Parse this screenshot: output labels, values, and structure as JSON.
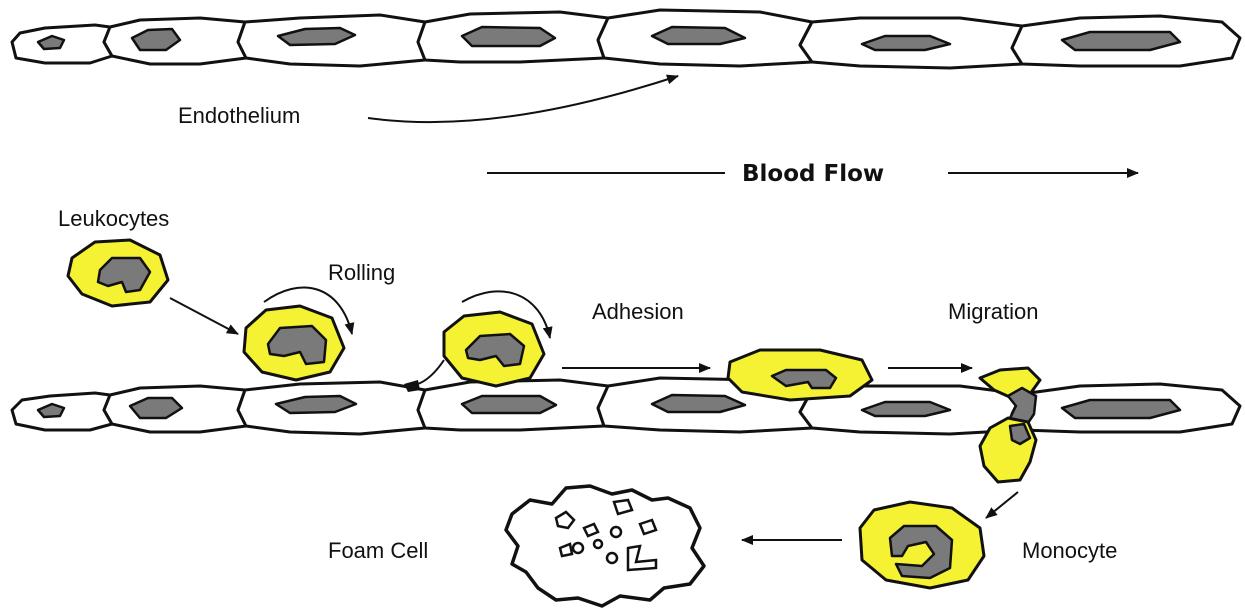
{
  "labels": {
    "endothelium": "Endothelium",
    "blood_flow": "Blood Flow",
    "leukocytes": "Leukocytes",
    "rolling": "Rolling",
    "adhesion": "Adhesion",
    "migration": "Migration",
    "foam_cell": "Foam Cell",
    "monocyte": "Monocyte"
  },
  "colors": {
    "leukocyte_fill": "#f4f232",
    "nucleus_fill": "#7a7a7a",
    "outline": "#111111",
    "background": "#ffffff"
  }
}
